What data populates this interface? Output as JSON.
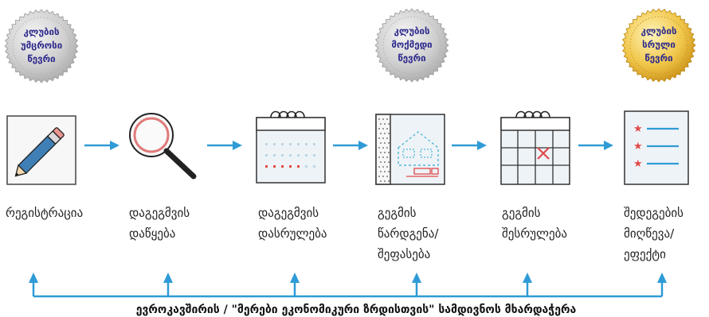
{
  "badges": [
    {
      "lines": [
        "კლუბის",
        "უმცროსი",
        "წევრი"
      ],
      "kind": "silver"
    },
    {
      "lines": [
        "კლუბის",
        "მოქმედი",
        "წევრი"
      ],
      "kind": "silver"
    },
    {
      "lines": [
        "კლუბის",
        "სრული",
        "წევრი"
      ],
      "kind": "gold"
    }
  ],
  "steps": [
    {
      "icon": "pencil-icon",
      "lines": [
        "რეგისტრაცია"
      ]
    },
    {
      "icon": "magnifier-icon",
      "lines": [
        "დაგეგმვის",
        "დაწყება"
      ]
    },
    {
      "icon": "calendar-icon",
      "lines": [
        "დაგეგმვის",
        "დასრულება"
      ]
    },
    {
      "icon": "blueprint-icon",
      "lines": [
        "გეგმის",
        "წარდგენა/",
        "შეფასება"
      ]
    },
    {
      "icon": "calendar-grid-icon",
      "lines": [
        "გეგმის",
        "შესრულება"
      ]
    },
    {
      "icon": "checklist-icon",
      "lines": [
        "შედეგების",
        "მიღწევა/",
        "ეფექტი"
      ]
    }
  ],
  "footer": "ევროკავშირის / \"მერები ეკონომიკური ზრდისთვის\" სამდივნოს მხარდაჭერა",
  "colors": {
    "arrow": "#2f9bd6",
    "red": "#e04a4a",
    "silver": "#c9c9c9",
    "gold": "#e9b93a",
    "badge_text": "#2d2a8c"
  }
}
